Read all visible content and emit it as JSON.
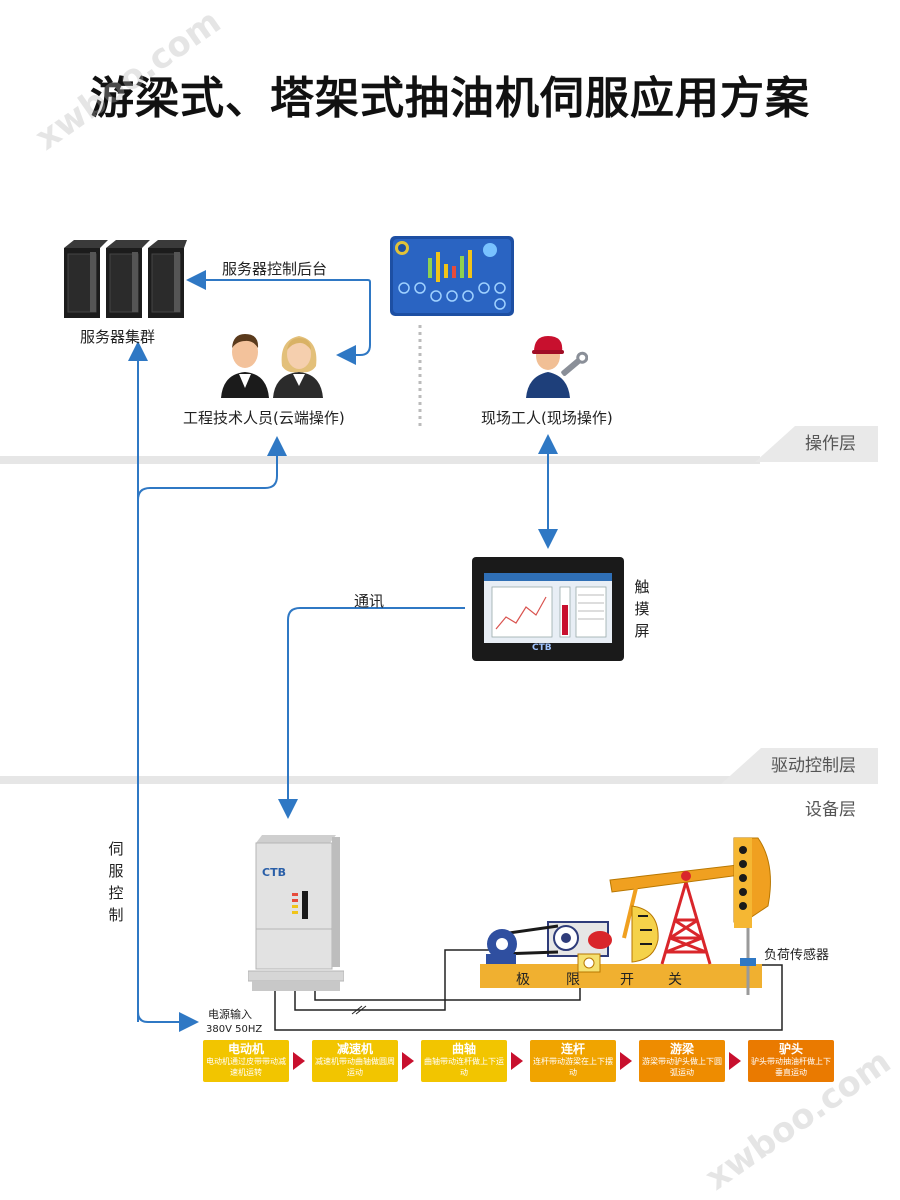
{
  "title": "游梁式、塔架式抽油机伺服应用方案",
  "watermark": "xwboo.com",
  "labels": {
    "server_cluster": "服务器集群",
    "server_backend": "服务器控制后台",
    "engineers": "工程技术人员(云端操作)",
    "field_worker": "现场工人(现场操作)",
    "communication": "通讯",
    "touchscreen": "触摸屏",
    "servo_control": "伺服控制",
    "power_input": "电源输入",
    "power_spec": "380V 50HZ",
    "load_sensor": "负荷传感器",
    "cabinet_brand": "CTB",
    "hmi_brand": "CTB",
    "limit_switch": [
      "极",
      "限",
      "开",
      "关"
    ]
  },
  "layers": {
    "operation": "操作层",
    "drive_control": "驱动控制层",
    "equipment": "设备层"
  },
  "flow": [
    {
      "title": "电动机",
      "desc": "电动机通过皮带带动减速机运转",
      "color": "#f2c500"
    },
    {
      "title": "减速机",
      "desc": "减速机带动曲轴做圆周运动",
      "color": "#f2c500"
    },
    {
      "title": "曲轴",
      "desc": "曲轴带动连杆做上下运动",
      "color": "#f2c500"
    },
    {
      "title": "连杆",
      "desc": "连杆带动游梁在上下摆动",
      "color": "#f0a400"
    },
    {
      "title": "游梁",
      "desc": "游梁带动驴头做上下圆弧运动",
      "color": "#ee8c00"
    },
    {
      "title": "驴头",
      "desc": "驴头带动抽油杆做上下垂直运动",
      "color": "#ea7a00"
    }
  ]
}
